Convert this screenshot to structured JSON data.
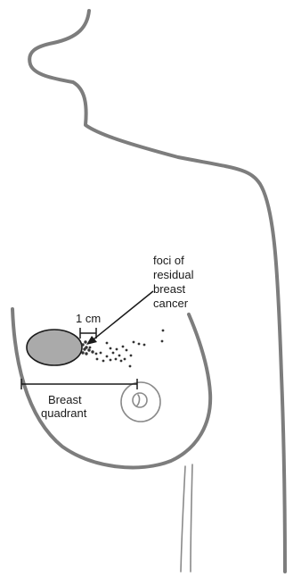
{
  "diagram": {
    "labels": {
      "foci": [
        "foci of",
        "residual",
        "breast",
        "cancer"
      ],
      "scale": "1 cm",
      "quadrant": [
        "Breast",
        "quadrant"
      ]
    },
    "colors": {
      "outline": "#7d7d7d",
      "tumor_fill": "#aaaaaa",
      "ink": "#1a1a1a"
    }
  }
}
